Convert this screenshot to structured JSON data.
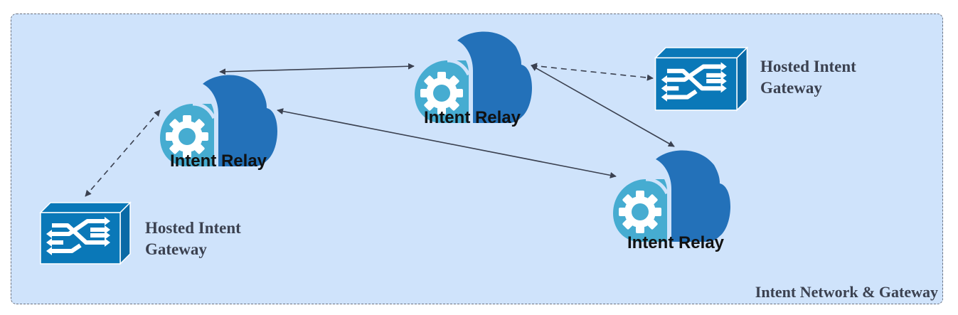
{
  "container": {
    "label": "Intent Network & Gateway",
    "fill": "#cfe3fb",
    "border": "#6b7280"
  },
  "relays": [
    {
      "id": "relay-left",
      "label": "Intent Relay",
      "icon": "cloud-gear-icon"
    },
    {
      "id": "relay-top",
      "label": "Intent Relay",
      "icon": "cloud-gear-icon"
    },
    {
      "id": "relay-right",
      "label": "Intent Relay",
      "icon": "cloud-gear-icon"
    }
  ],
  "gateways": [
    {
      "id": "gateway-left",
      "label_line1": "Hosted Intent",
      "label_line2": "Gateway",
      "icon": "gateway-switch-icon"
    },
    {
      "id": "gateway-right",
      "label_line1": "Hosted Intent",
      "label_line2": "Gateway",
      "icon": "gateway-switch-icon"
    }
  ],
  "edges": [
    {
      "from": "relay-left",
      "to": "relay-top",
      "style": "solid",
      "direction": "both"
    },
    {
      "from": "relay-left",
      "to": "relay-right",
      "style": "solid",
      "direction": "both"
    },
    {
      "from": "relay-top",
      "to": "relay-right",
      "style": "solid",
      "direction": "both"
    },
    {
      "from": "relay-top",
      "to": "gateway-right",
      "style": "dashed",
      "direction": "both"
    },
    {
      "from": "relay-left",
      "to": "gateway-left",
      "style": "dashed",
      "direction": "both"
    }
  ],
  "colors": {
    "cloud_dark": "#2371b9",
    "cloud_light": "#46acd1",
    "gateway_front": "#0a78b8",
    "edge": "#3b4150"
  }
}
